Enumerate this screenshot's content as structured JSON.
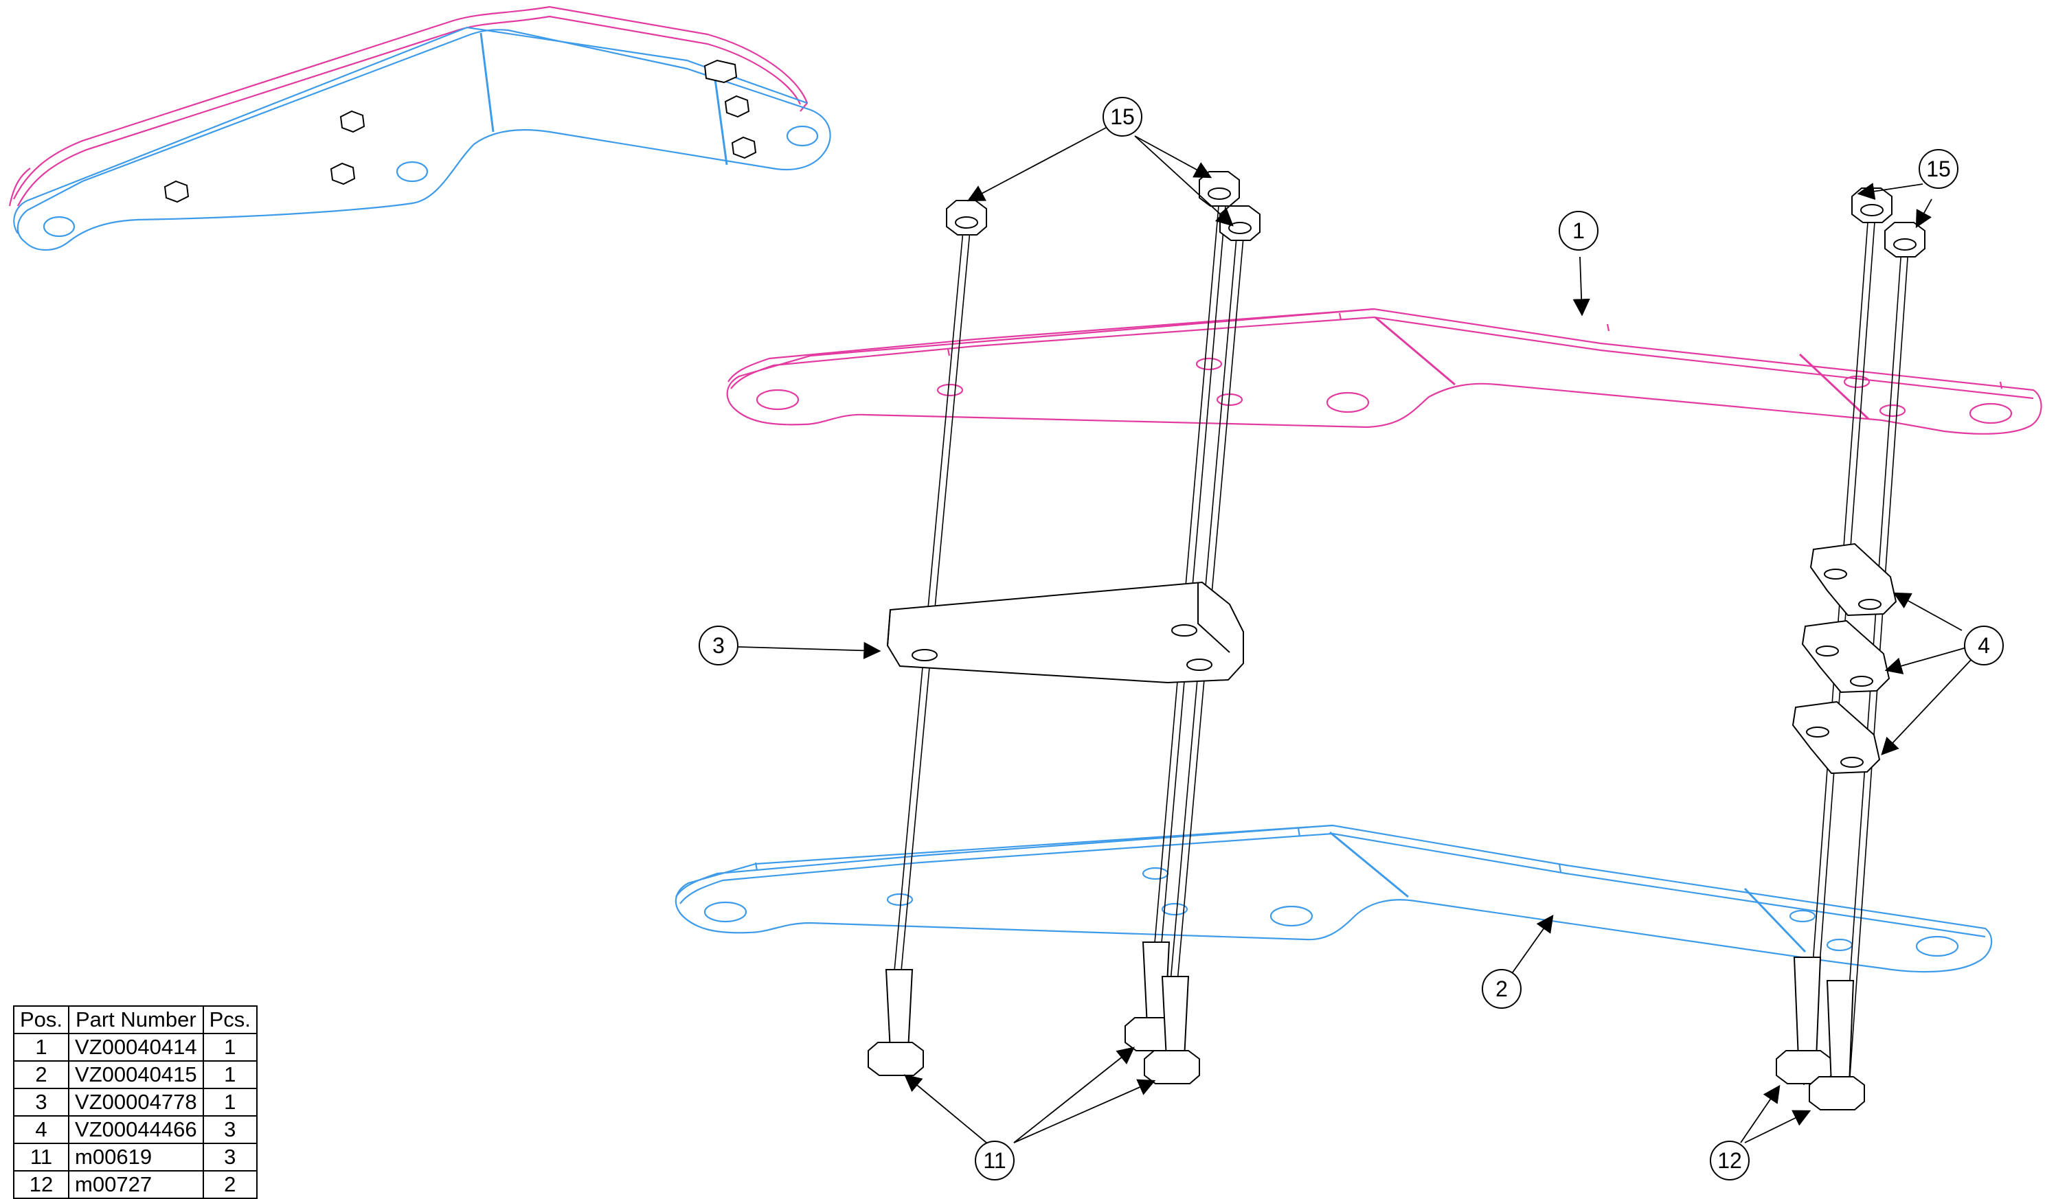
{
  "colors": {
    "part1": "#e23aa0",
    "part2": "#3d9be9",
    "hardware": "#000000",
    "callout": "#000000",
    "background": "#ffffff"
  },
  "callouts": [
    "15",
    "15",
    "1",
    "3",
    "4",
    "2",
    "11",
    "12"
  ],
  "bom": {
    "headers": [
      "Pos.",
      "Part Number",
      "Pcs."
    ],
    "rows": [
      {
        "pos": "1",
        "part": "VZ00040414",
        "pcs": "1"
      },
      {
        "pos": "2",
        "part": "VZ00040415",
        "pcs": "1"
      },
      {
        "pos": "3",
        "part": "VZ00004778",
        "pcs": "1"
      },
      {
        "pos": "4",
        "part": "VZ00044466",
        "pcs": "3"
      },
      {
        "pos": "11",
        "part": "m00619",
        "pcs": "3"
      },
      {
        "pos": "12",
        "part": "m00727",
        "pcs": "2"
      }
    ]
  }
}
